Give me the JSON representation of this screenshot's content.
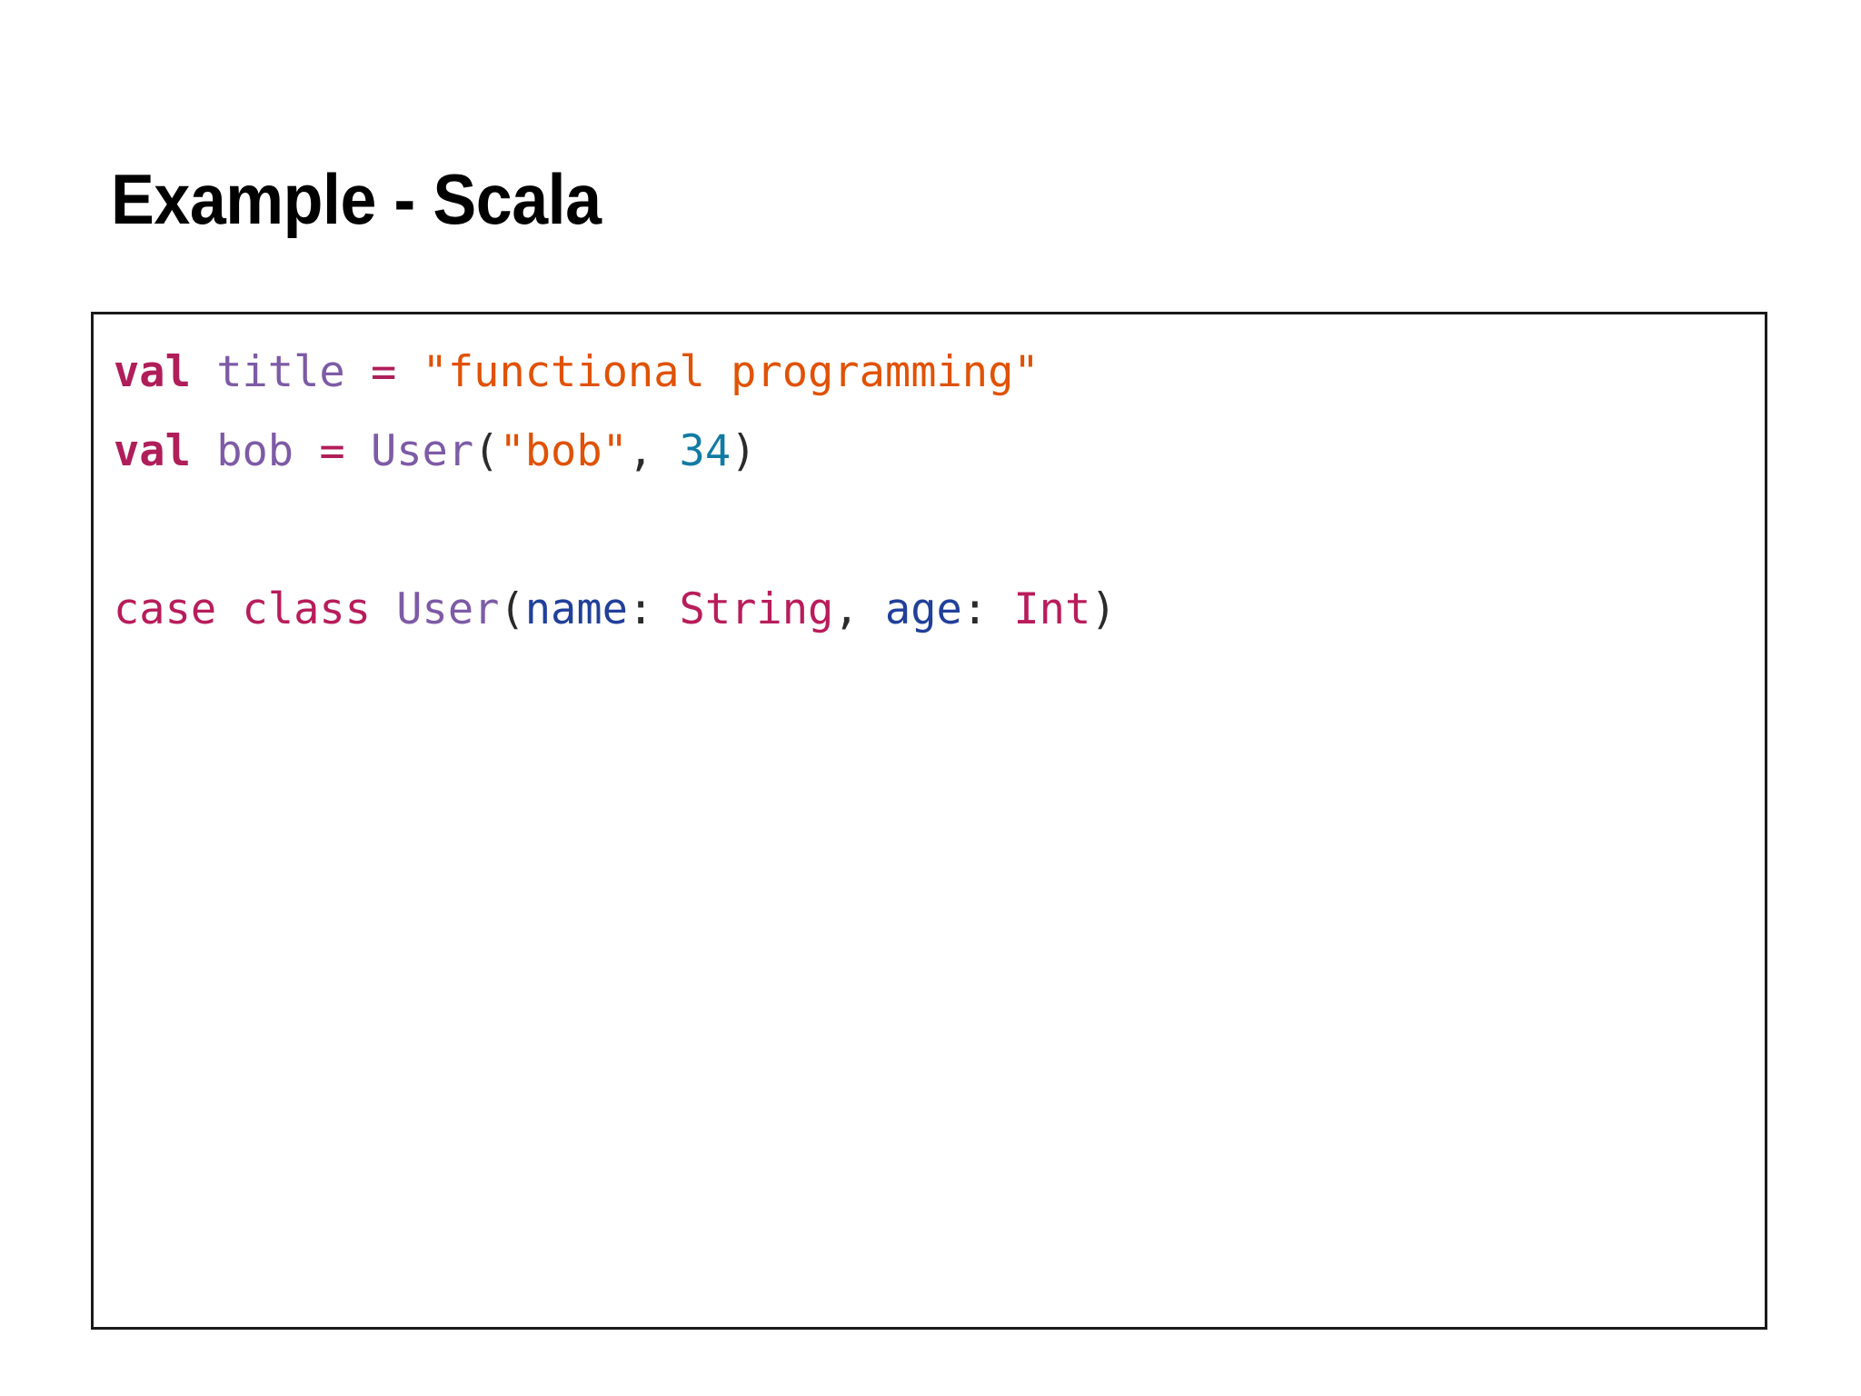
{
  "slide": {
    "title": "Example - Scala",
    "background_color": "#ffffff",
    "title_color": "#000000"
  },
  "code_block": {
    "border_color": "#1a1a1a",
    "background_color": "#ffffff",
    "language": "scala",
    "raw_text": "val title = \"functional programming\"\nval bob = User(\"bob\", 34)\n\ncase class User(name: String, age: Int)",
    "lines": [
      {
        "index": 1,
        "text": "val title = \"functional programming\"",
        "tokens": [
          {
            "t": "val",
            "k": "keyword"
          },
          {
            "t": " ",
            "k": "plain"
          },
          {
            "t": "title",
            "k": "identifier"
          },
          {
            "t": " ",
            "k": "plain"
          },
          {
            "t": "=",
            "k": "operator"
          },
          {
            "t": " ",
            "k": "plain"
          },
          {
            "t": "\"functional programming\"",
            "k": "string"
          }
        ]
      },
      {
        "index": 2,
        "text": "val bob = User(\"bob\", 34)",
        "tokens": [
          {
            "t": "val",
            "k": "keyword"
          },
          {
            "t": " ",
            "k": "plain"
          },
          {
            "t": "bob",
            "k": "identifier"
          },
          {
            "t": " ",
            "k": "plain"
          },
          {
            "t": "=",
            "k": "operator"
          },
          {
            "t": " ",
            "k": "plain"
          },
          {
            "t": "User",
            "k": "type"
          },
          {
            "t": "(",
            "k": "punct"
          },
          {
            "t": "\"bob\"",
            "k": "string"
          },
          {
            "t": ",",
            "k": "punct"
          },
          {
            "t": " ",
            "k": "plain"
          },
          {
            "t": "34",
            "k": "number"
          },
          {
            "t": ")",
            "k": "punct"
          }
        ]
      },
      {
        "index": 3,
        "text": "",
        "tokens": []
      },
      {
        "index": 4,
        "text": "case class User(name: String, age: Int)",
        "tokens": [
          {
            "t": "case",
            "k": "keyword2"
          },
          {
            "t": " ",
            "k": "plain"
          },
          {
            "t": "class",
            "k": "keyword2"
          },
          {
            "t": " ",
            "k": "plain"
          },
          {
            "t": "User",
            "k": "type"
          },
          {
            "t": "(",
            "k": "punct"
          },
          {
            "t": "name",
            "k": "param"
          },
          {
            "t": ":",
            "k": "punct"
          },
          {
            "t": " ",
            "k": "plain"
          },
          {
            "t": "String",
            "k": "typeref"
          },
          {
            "t": ",",
            "k": "punct"
          },
          {
            "t": " ",
            "k": "plain"
          },
          {
            "t": "age",
            "k": "param"
          },
          {
            "t": ":",
            "k": "punct"
          },
          {
            "t": " ",
            "k": "plain"
          },
          {
            "t": "Int",
            "k": "typeref"
          },
          {
            "t": ")",
            "k": "punct"
          }
        ]
      }
    ]
  },
  "syntax_colors": {
    "keyword": "#b01e5a",
    "identifier": "#7d5ba6",
    "type": "#7d5ba6",
    "operator": "#b01e5a",
    "string": "#e05206",
    "number": "#127ba3",
    "param": "#21409a",
    "typeref": "#b81d5b",
    "punct": "#2b2b2b",
    "plain": "#2b2b2b"
  }
}
